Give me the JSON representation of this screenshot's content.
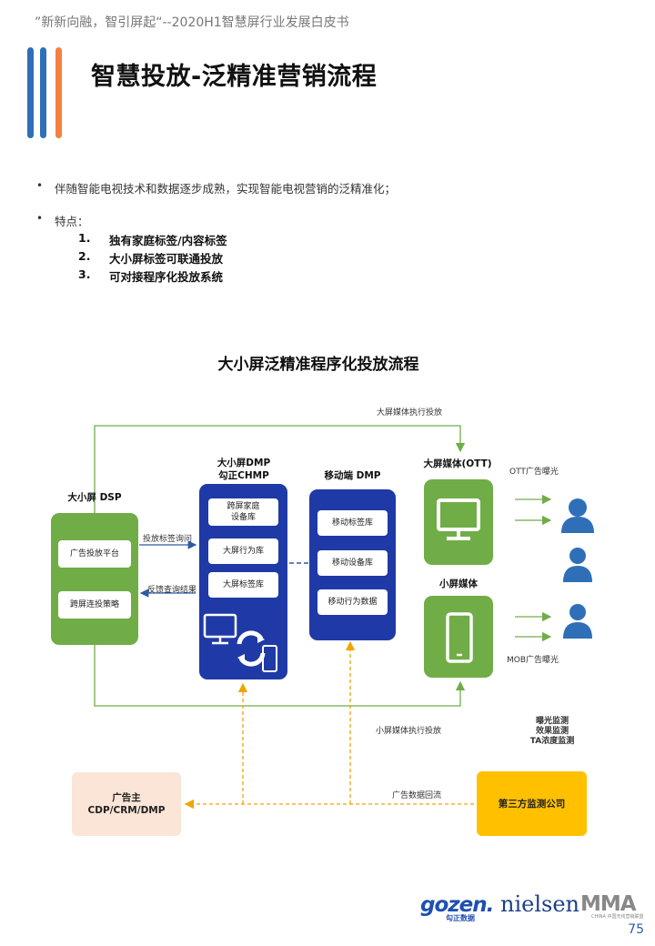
{
  "header": {
    "text": "”新新向融，智引屏起“--2020H1智慧屏行业发展白皮书"
  },
  "page_title": "智慧投放-泛精准营销流程",
  "intro": "伴随智能电视技术和数据逐步成熟，实现智能电视营销的泛精准化；",
  "features_label": "特点：",
  "features": [
    {
      "num": "1.",
      "text": "独有家庭标签/内容标签"
    },
    {
      "num": "2.",
      "text": "大小屏标签可联通投放"
    },
    {
      "num": "3.",
      "text": "可对接程序化投放系统"
    }
  ],
  "diagram": {
    "title": "大小屏泛精准程序化投放流程",
    "dsp": {
      "title": "大小屏 DSP",
      "items": [
        "广告投放平台",
        "跨屏连投策略"
      ]
    },
    "dmp": {
      "title_line1": "大小屏DMP",
      "title_line2": "勾正CHMP",
      "items": [
        "跨屏家庭\n设备库",
        "大屏行为库",
        "大屏标签库"
      ]
    },
    "mobile_dmp": {
      "title": "移动端 DMP",
      "items": [
        "移动标签库",
        "移动设备库",
        "移动行为数据"
      ]
    },
    "ott": {
      "title": "大屏媒体(OTT)"
    },
    "small": {
      "title": "小屏媒体"
    },
    "labels": {
      "big_exec": "大屏媒体执行投放",
      "small_exec": "小屏媒体执行投放",
      "query": "投放标签询问",
      "feedback": "反馈查询结果",
      "ott_expo": "OTT广告曝光",
      "mob_expo": "MOB广告曝光",
      "monitor1": "曝光监测",
      "monitor2": "效果监测",
      "monitor3": "TA浓度监测",
      "data_return": "广告数据回流"
    },
    "advertiser": {
      "line1": "广告主",
      "line2": "CDP/CRM/DMP"
    },
    "third_party": "第三方监测公司"
  },
  "logos": {
    "gozen": "gozen.",
    "gozen_sub": "勾正数据",
    "nielsen": "nielsen",
    "mma": "MMA",
    "mma_sub": "CHINA 中国无线营销联盟"
  },
  "page_number": "75",
  "colors": {
    "blue": "#1f3aa6",
    "green": "#70ad47",
    "yellow": "#ffc000",
    "orange": "#f4813f",
    "peach": "#fbe5d6",
    "person": "#2f6fb8"
  }
}
